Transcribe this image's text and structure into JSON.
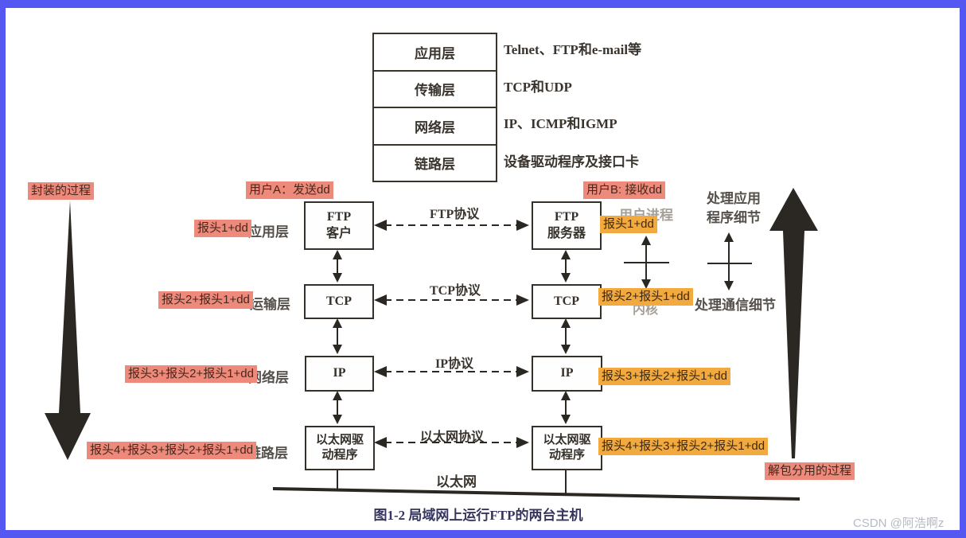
{
  "colors": {
    "frame_blue": "#5457f1",
    "salmon_highlight": "#ee8a7c",
    "orange_highlight": "#f2a93e",
    "diagram_ink": "#35302a",
    "caption_navy": "#35355e",
    "watermark_gray": "#b6bac3"
  },
  "layer_table": {
    "rows": [
      {
        "layer": "应用层",
        "desc": "Telnet、FTP和e-mail等"
      },
      {
        "layer": "传输层",
        "desc": "TCP和UDP"
      },
      {
        "layer": "网络层",
        "desc": "IP、ICMP和IGMP"
      },
      {
        "layer": "链路层",
        "desc": "设备驱动程序及接口卡"
      }
    ]
  },
  "annotations": {
    "encapsulation_title": "封装的过程",
    "decapsulation_title": "解包分用的过程",
    "user_a": "用户A：发送dd",
    "user_b": "用户B: 接收dd",
    "left_headers": [
      "报头1+dd",
      "报头2+报头1+dd",
      "报头3+报头2+报头1+dd",
      "报头4+报头3+报头2+报头1+dd"
    ],
    "right_headers": [
      "报头1+dd",
      "报头2+报头1+dd",
      "报头3+报头2+报头1+dd",
      "报头4+报头3+报头2+报头1+dd"
    ]
  },
  "layer_labels": [
    "应用层",
    "运输层",
    "网络层",
    "链路层"
  ],
  "boxes": {
    "ftp_client_line1": "FTP",
    "ftp_client_line2": "客户",
    "ftp_server_line1": "FTP",
    "ftp_server_line2": "服务器",
    "tcp": "TCP",
    "ip": "IP",
    "driver_line1": "以太网驱",
    "driver_line2": "动程序"
  },
  "protocol_labels": {
    "ftp": "FTP协议",
    "tcp": "TCP协议",
    "ip": "IP协议",
    "ethernet": "以太网协议"
  },
  "ethernet_label": "以太网",
  "side_notes": {
    "user_process": "用户进程",
    "kernel": "内核",
    "app_detail_line1": "处理应用",
    "app_detail_line2": "程序细节",
    "comm_detail": "处理通信细节"
  },
  "caption": "图1-2  局域网上运行FTP的两台主机",
  "watermark": "CSDN @阿浩啊z"
}
